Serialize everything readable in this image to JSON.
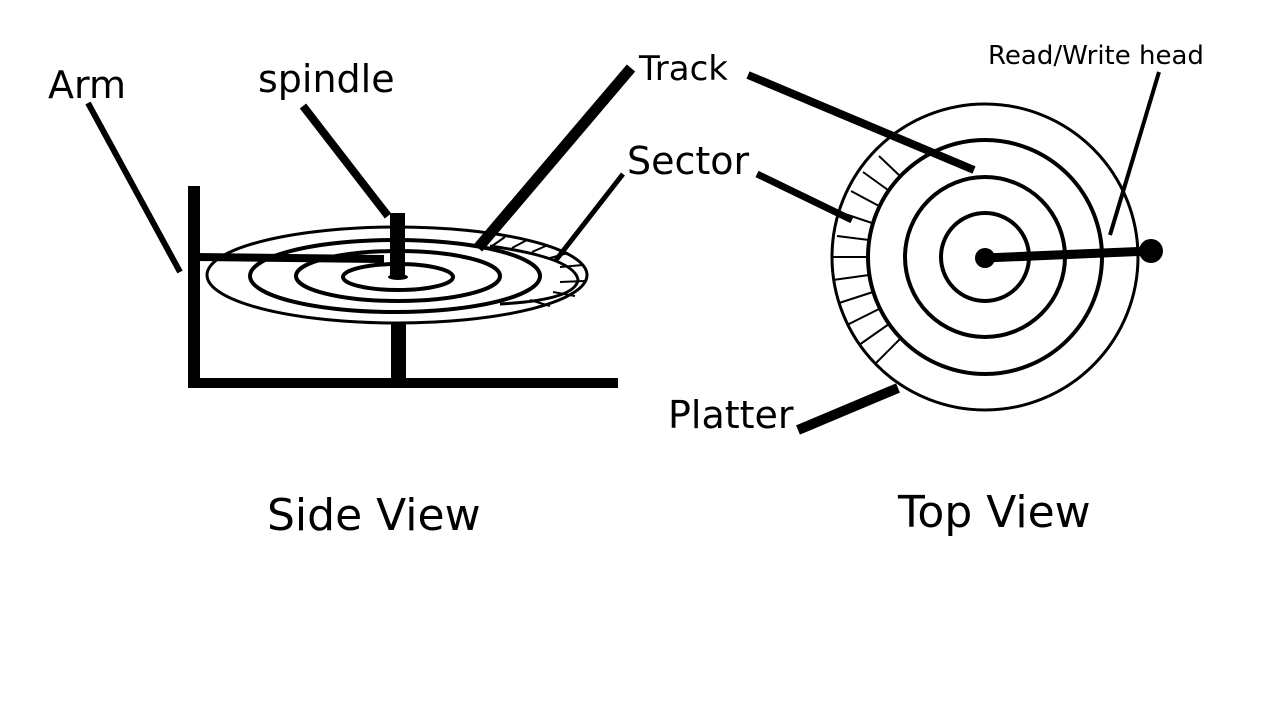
{
  "labels": {
    "arm": "Arm",
    "spindle": "spindle",
    "track": "Track",
    "sector": "Sector",
    "read_write_head": "Read/Write head",
    "platter": "Platter"
  },
  "captions": {
    "side_view": "Side View",
    "top_view": "Top View"
  },
  "colors": {
    "ink": "#000000",
    "background": "#ffffff"
  }
}
